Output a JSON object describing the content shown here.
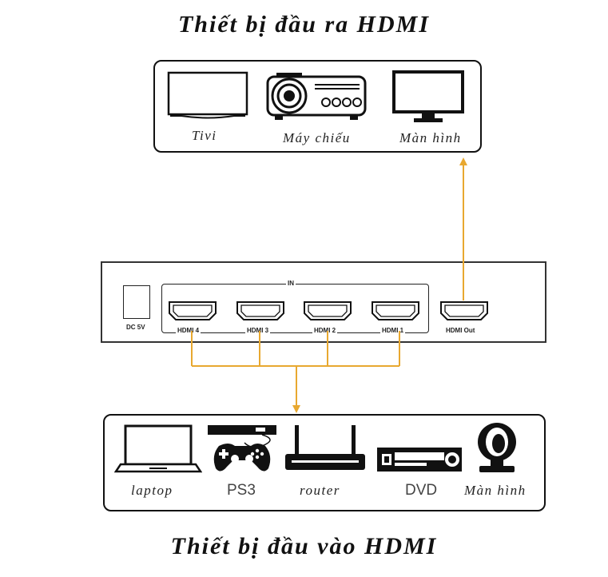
{
  "output_title": "Thiết bị đầu ra HDMI",
  "input_title": "Thiết bị đầu vào HDMI",
  "output_devices": [
    {
      "label": "Tivi",
      "icon": "tv-icon"
    },
    {
      "label": "Máy chiếu",
      "icon": "projector-icon"
    },
    {
      "label": "Màn hình",
      "icon": "monitor-icon"
    }
  ],
  "switch": {
    "in_label": "IN",
    "power_label": "DC 5V",
    "ports": [
      "HDMI 4",
      "HDMI 3",
      "HDMI 2",
      "HDMI 1"
    ],
    "out_label": "HDMI Out"
  },
  "input_devices": [
    {
      "label": "laptop",
      "icon": "laptop-icon"
    },
    {
      "label": "PS3",
      "icon": "gamepad-icon"
    },
    {
      "label": "router",
      "icon": "router-icon"
    },
    {
      "label": "DVD",
      "icon": "dvd-player-icon"
    },
    {
      "label": "Màn hình",
      "icon": "webcam-icon"
    }
  ],
  "colors": {
    "wire": "#e8a830",
    "outline": "#111111"
  }
}
